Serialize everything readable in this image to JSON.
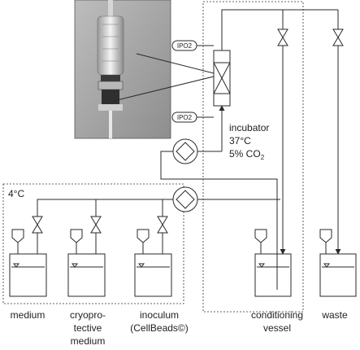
{
  "incubator": {
    "name": "incubator",
    "temp": "37°C",
    "co2_prefix": "5% CO",
    "co2_sub": "2"
  },
  "cold_box": {
    "temp": "4°C"
  },
  "sensors": {
    "top": "IPO2",
    "bottom": "IPO2"
  },
  "vessels": {
    "medium": "medium",
    "cryo_line1": "cryopro-",
    "cryo_line2": "tective",
    "cryo_line3": "medium",
    "inoculum_line1": "inoculum",
    "inoculum_line2": "(CellBeads©)",
    "conditioning_line1": "conditioning",
    "conditioning_line2": "vessel",
    "waste": "waste"
  },
  "photo": {
    "subject": "syringe-column"
  }
}
